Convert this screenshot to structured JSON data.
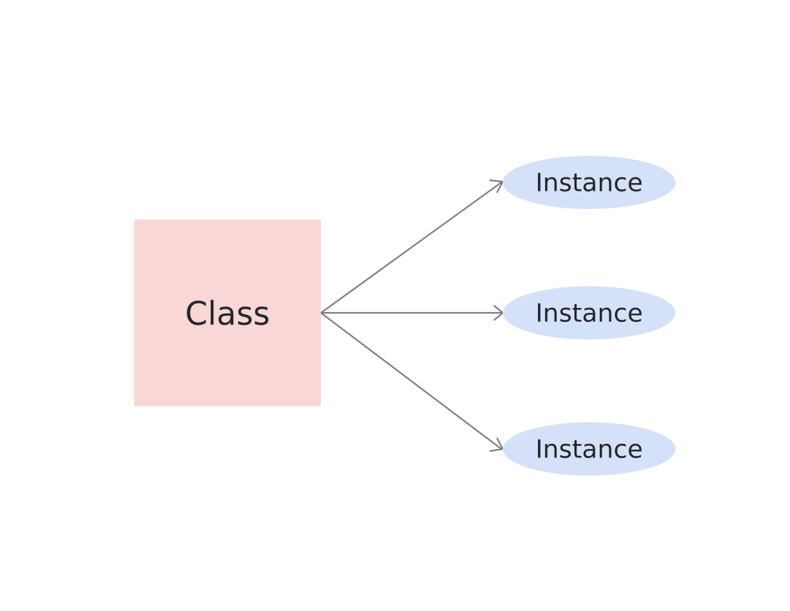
{
  "diagram": {
    "class_node": {
      "label": "Class",
      "fill": "#f8d7d6"
    },
    "instance_nodes": [
      {
        "label": "Instance"
      },
      {
        "label": "Instance"
      },
      {
        "label": "Instance"
      }
    ],
    "instance_fill": "#d5e1f8",
    "connector_color": "#7b7b84",
    "text_color": "#26272b"
  }
}
